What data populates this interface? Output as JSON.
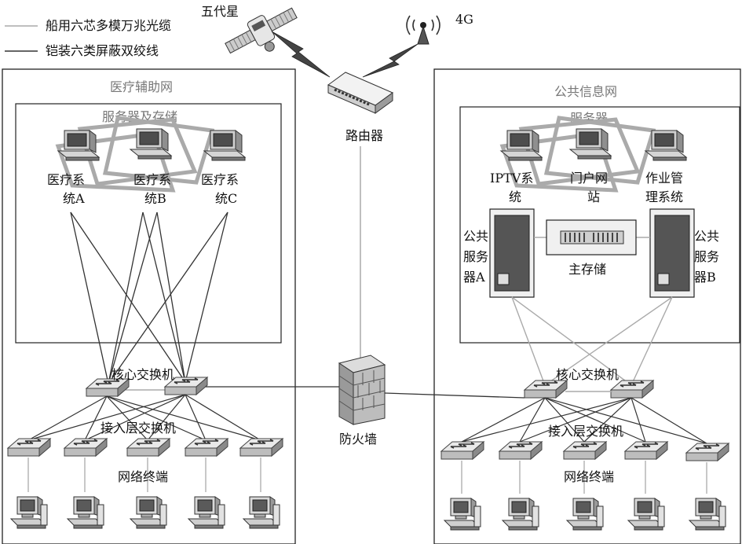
{
  "legend": {
    "fiber": "船用六芯多模万兆光缆",
    "cable": "铠装六类屏蔽双绞线"
  },
  "top": {
    "satellite": "五代星",
    "cellular": "4G",
    "router": "路由器",
    "firewall": "防火墙"
  },
  "medical": {
    "title": "医疗辅助网",
    "server_group": "服务器及存储",
    "servers": [
      {
        "line1": "医疗系",
        "line2": "统A"
      },
      {
        "line1": "医疗系",
        "line2": "统B"
      },
      {
        "line1": "医疗系",
        "line2": "统C"
      }
    ],
    "core_switch": "核心交换机",
    "access_switch": "接入层交换机",
    "terminals": "网络终端"
  },
  "public": {
    "title": "公共信息网",
    "server_group": "服务器",
    "servers": [
      {
        "line1": "IPTV系",
        "line2": "统"
      },
      {
        "line1": "门户网",
        "line2": "站"
      },
      {
        "line1": "作业管",
        "line2": "理系统"
      }
    ],
    "server_a": {
      "line1": "公共",
      "line2": "服务",
      "line3": "器A"
    },
    "server_b": {
      "line1": "公共",
      "line2": "服务",
      "line3": "器B"
    },
    "storage": "主存储",
    "core_switch": "核心交换机",
    "access_switch": "接入层交换机",
    "terminals": "网络终端"
  },
  "colors": {
    "fiber": "#aaaaaa",
    "cable": "#333333",
    "frame": "#222222"
  }
}
